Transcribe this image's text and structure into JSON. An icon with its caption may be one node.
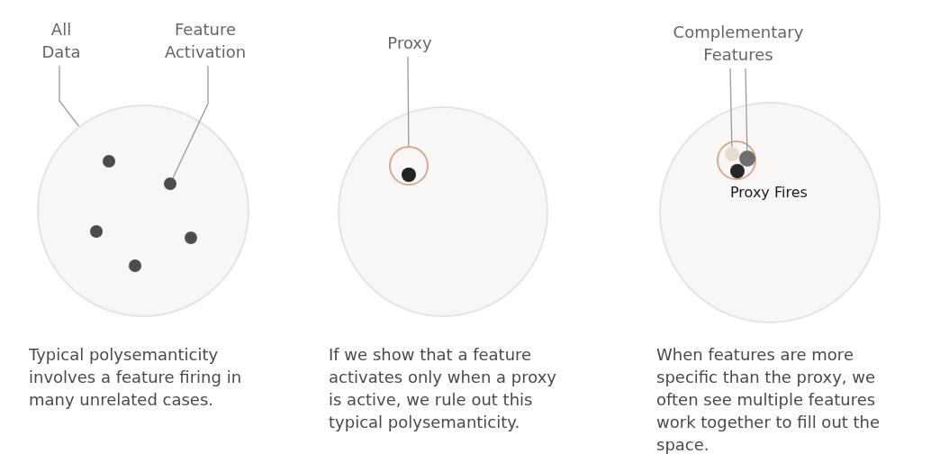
{
  "diagram": {
    "nodes": [
      {
        "text": [
          "All Data"
        ]
      },
      {
        "text": [
          "Feature Activation"
        ]
      },
      {
        "text": [],
        "shape": "circle"
      },
      {
        "text": [],
        "shape": "circle",
        "in": 2
      },
      {
        "text": [],
        "shape": "circle",
        "in": 2
      },
      {
        "text": [],
        "shape": "circle",
        "in": 2
      },
      {
        "text": [],
        "shape": "circle",
        "in": 2
      },
      {
        "text": [],
        "shape": "circle",
        "in": 2
      },
      {
        "text": [
          "Proxy"
        ]
      },
      {
        "text": [],
        "shape": "circle"
      },
      {
        "text": [],
        "shape": "circle",
        "in": 9
      },
      {
        "text": [],
        "shape": "circle",
        "in": 10
      },
      {
        "text": [
          "Complementary Features"
        ]
      },
      {
        "text": [],
        "shape": "circle"
      },
      {
        "text": [],
        "shape": "circle",
        "in": 13,
        "beside": [
          "Proxy Fires"
        ]
      },
      {
        "text": [],
        "shape": "circle",
        "in": 14
      },
      {
        "text": [],
        "shape": "circle",
        "in": 14
      },
      {
        "text": [],
        "shape": "circle",
        "in": 14
      }
    ],
    "edges": [
      {
        "from": 0,
        "to": 2,
        "arrow": "none"
      },
      {
        "from": 1,
        "to": 4,
        "arrow": "none"
      },
      {
        "from": 8,
        "to": 10,
        "arrow": "none"
      },
      {
        "from": 12,
        "to": 15,
        "arrow": "none"
      },
      {
        "from": 12,
        "to": 16,
        "arrow": "none"
      }
    ],
    "labels": [
      "Typical polysemanticity involves a feature firing in many unrelated cases.",
      "If we show that a feature activates only when a proxy is active, we rule out this typical polysemanticity.",
      "When features are more specific than the proxy, we often see multiple features work together to fill out the space."
    ]
  }
}
